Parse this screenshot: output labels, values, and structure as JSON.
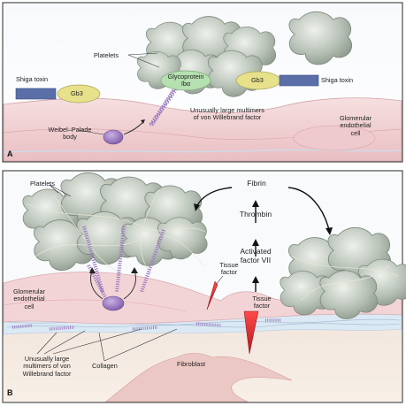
{
  "panels": [
    {
      "letter": "A",
      "labels": {
        "platelets": "Platelets",
        "shiga_toxin_left": "Shiga toxin",
        "gb3_left": "Gb3",
        "glycoprotein": "Glycoprotein\nIbα",
        "gb3_right": "Gb3",
        "shiga_toxin_right": "Shiga toxin",
        "ulvwf": "Unusually large multimers\nof von Willebrand factor",
        "glomerular_cell": "Glomerular\nendothelial\ncell",
        "weibel_palade": "Weibel–Palade\nbody"
      }
    },
    {
      "letter": "B",
      "labels": {
        "platelets": "Platelets",
        "fibrin": "Fibrin",
        "thrombin": "Thrombin",
        "activated_factor": "Activated\nfactor VII",
        "tissue_factor_1": "Tissue\nfactor",
        "tissue_factor_2": "Tissue\nfactor",
        "glomerular_cell": "Glomerular\nendothelial\ncell",
        "ulvwf": "Unusually large\nmultimers of von\nWillebrand factor",
        "collagen": "Collagen",
        "fibroblast": "Fibroblast"
      }
    }
  ],
  "colors": {
    "platelet": "#b4bfb4",
    "glycoprotein": "#b5e0b0",
    "gb3": "#e6e18a",
    "shiga_toxin": "#5a6fa8",
    "vwf": "#9b7cc0",
    "endothelium": "#f3d4d6",
    "panel_bg": "#f6f8fb",
    "tissue_factor": "#d8262b",
    "fibroblast": "#ecc8c4"
  }
}
